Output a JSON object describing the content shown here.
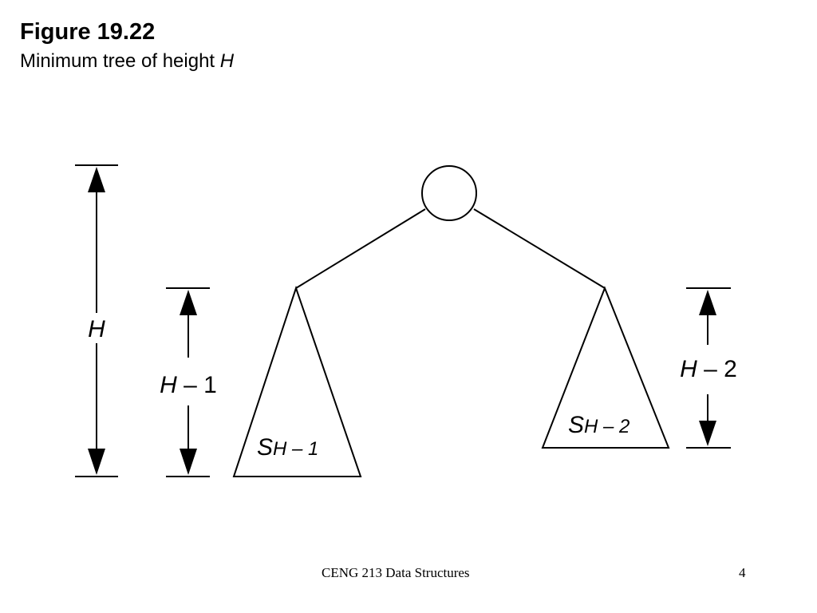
{
  "slide": {
    "title": "Figure 19.22",
    "subtitle_text": "Minimum tree of height ",
    "subtitle_var": "H",
    "footer": "CENG 213 Data Structures",
    "page_number": "4"
  },
  "diagram": {
    "height_label": "H",
    "left_height_var": "H",
    "left_height_rest": " – 1",
    "right_height_var": "H",
    "right_height_rest": " – 2",
    "left_subtree_base": "S",
    "left_subtree_sub": "H – 1",
    "right_subtree_base": "S",
    "right_subtree_sub": "H – 2"
  }
}
